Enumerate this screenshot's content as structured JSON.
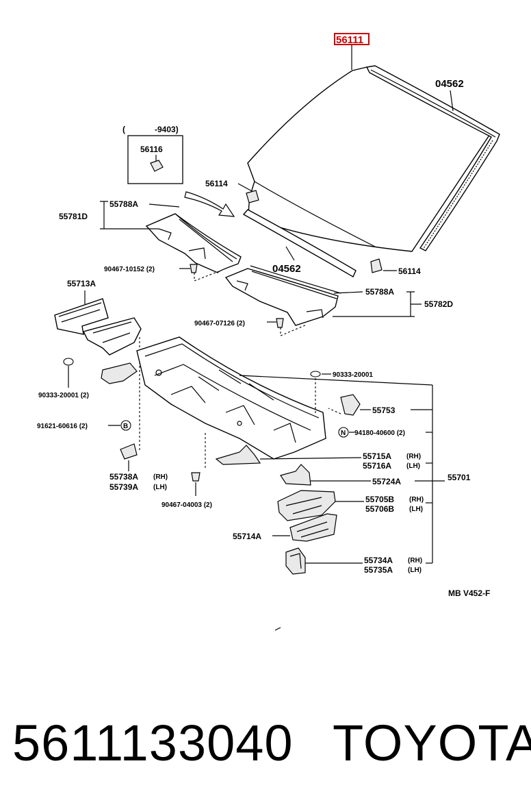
{
  "diagram": {
    "labels": {
      "p56111": "56111",
      "p04562_top": "04562",
      "p04562_mid": "04562",
      "range_open": "(",
      "range_end": "-9403)",
      "p56116": "56116",
      "p56114_left": "56114",
      "p56114_right": "56114",
      "p55788A_left": "55788A",
      "p55781D": "55781D",
      "p90467_10152": "90467-10152 (2)",
      "p55713A": "55713A",
      "p55788A_right": "55788A",
      "p55782D": "55782D",
      "p90467_07126": "90467-07126 (2)",
      "p90333_20001_left": "90333-20001 (2)",
      "p90333_20001_right": "90333-20001",
      "p55753": "55753",
      "p94180_40600": "94180-40600 (2)",
      "p91621_60616": "91621-60616 (2)",
      "b_circle": "B",
      "n_circle": "N",
      "p55715A": "55715A",
      "p55716A": "55716A",
      "p55724A": "55724A",
      "p55701": "55701",
      "p55738A": "55738A",
      "p55739A": "55739A",
      "p90467_04003": "90467-04003 (2)",
      "p55705B": "55705B",
      "p55706B": "55706B",
      "p55714A": "55714A",
      "p55734A": "55734A",
      "p55735A": "55735A",
      "rh": "(RH)",
      "lh": "(LH)",
      "ref_code": "MB V452-F"
    }
  },
  "footer": {
    "part_number": "5611133040",
    "brand": "TOYOTA"
  },
  "colors": {
    "highlight": "#cc0000",
    "ink": "#000000"
  }
}
